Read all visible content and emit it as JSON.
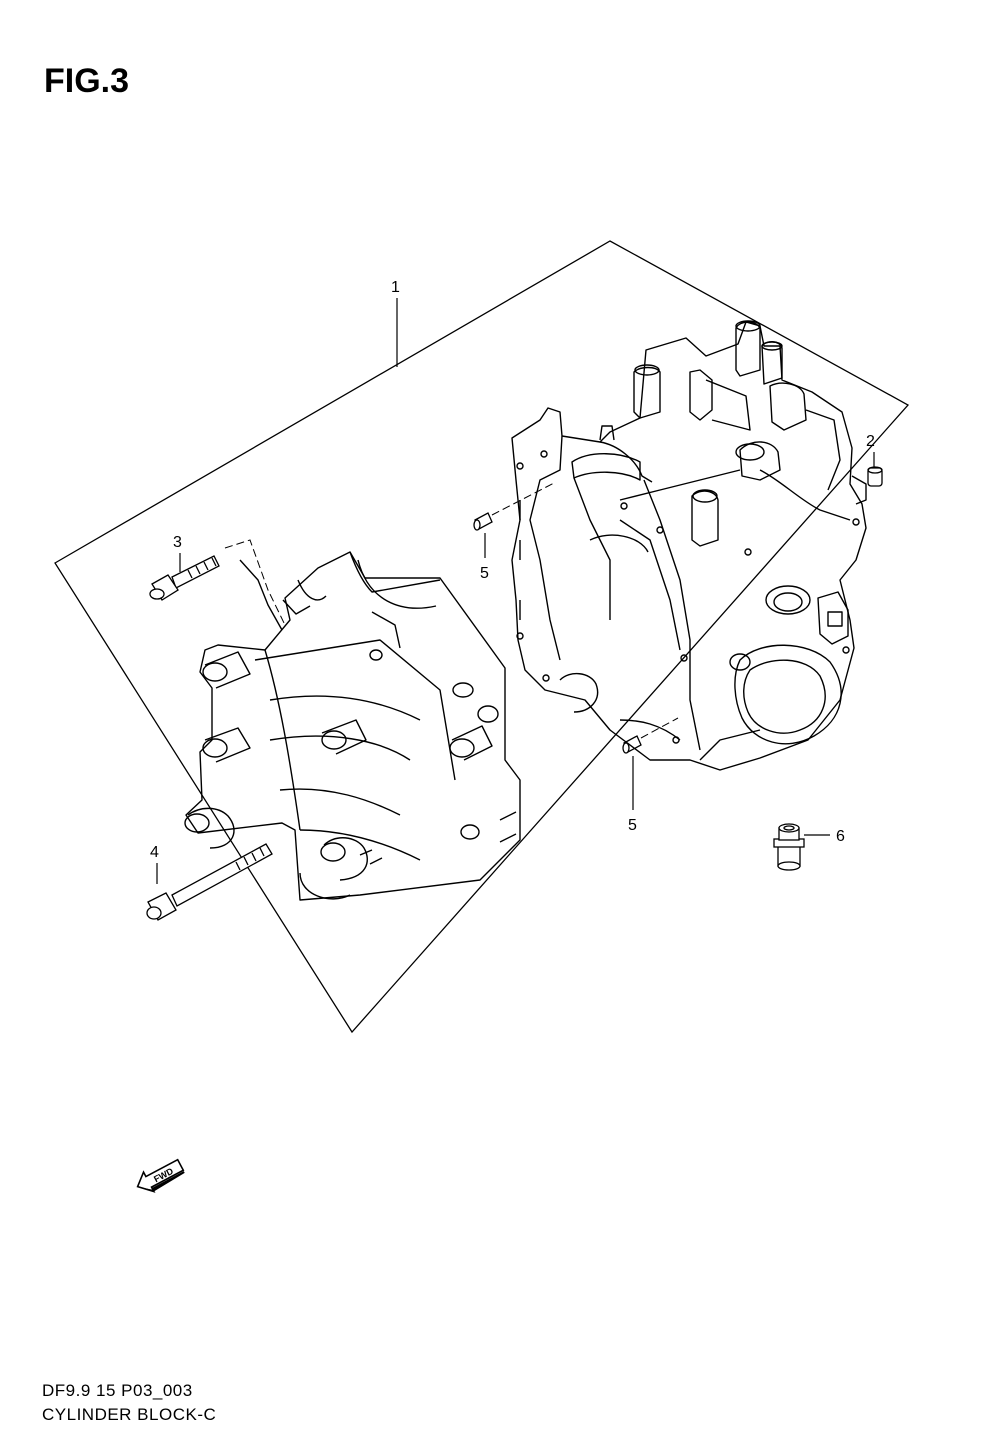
{
  "figure": {
    "title": "FIG.3"
  },
  "callouts": [
    "1",
    "2",
    "3",
    "4",
    "5",
    "5",
    "6"
  ],
  "fwd_label": "FWD",
  "footer": {
    "code": "DF9.9 15 P03_003",
    "name": "CYLINDER BLOCK-C"
  },
  "colors": {
    "line": "#000000",
    "background": "#ffffff"
  },
  "icons": {
    "forward": "fwd-arrow-icon"
  }
}
